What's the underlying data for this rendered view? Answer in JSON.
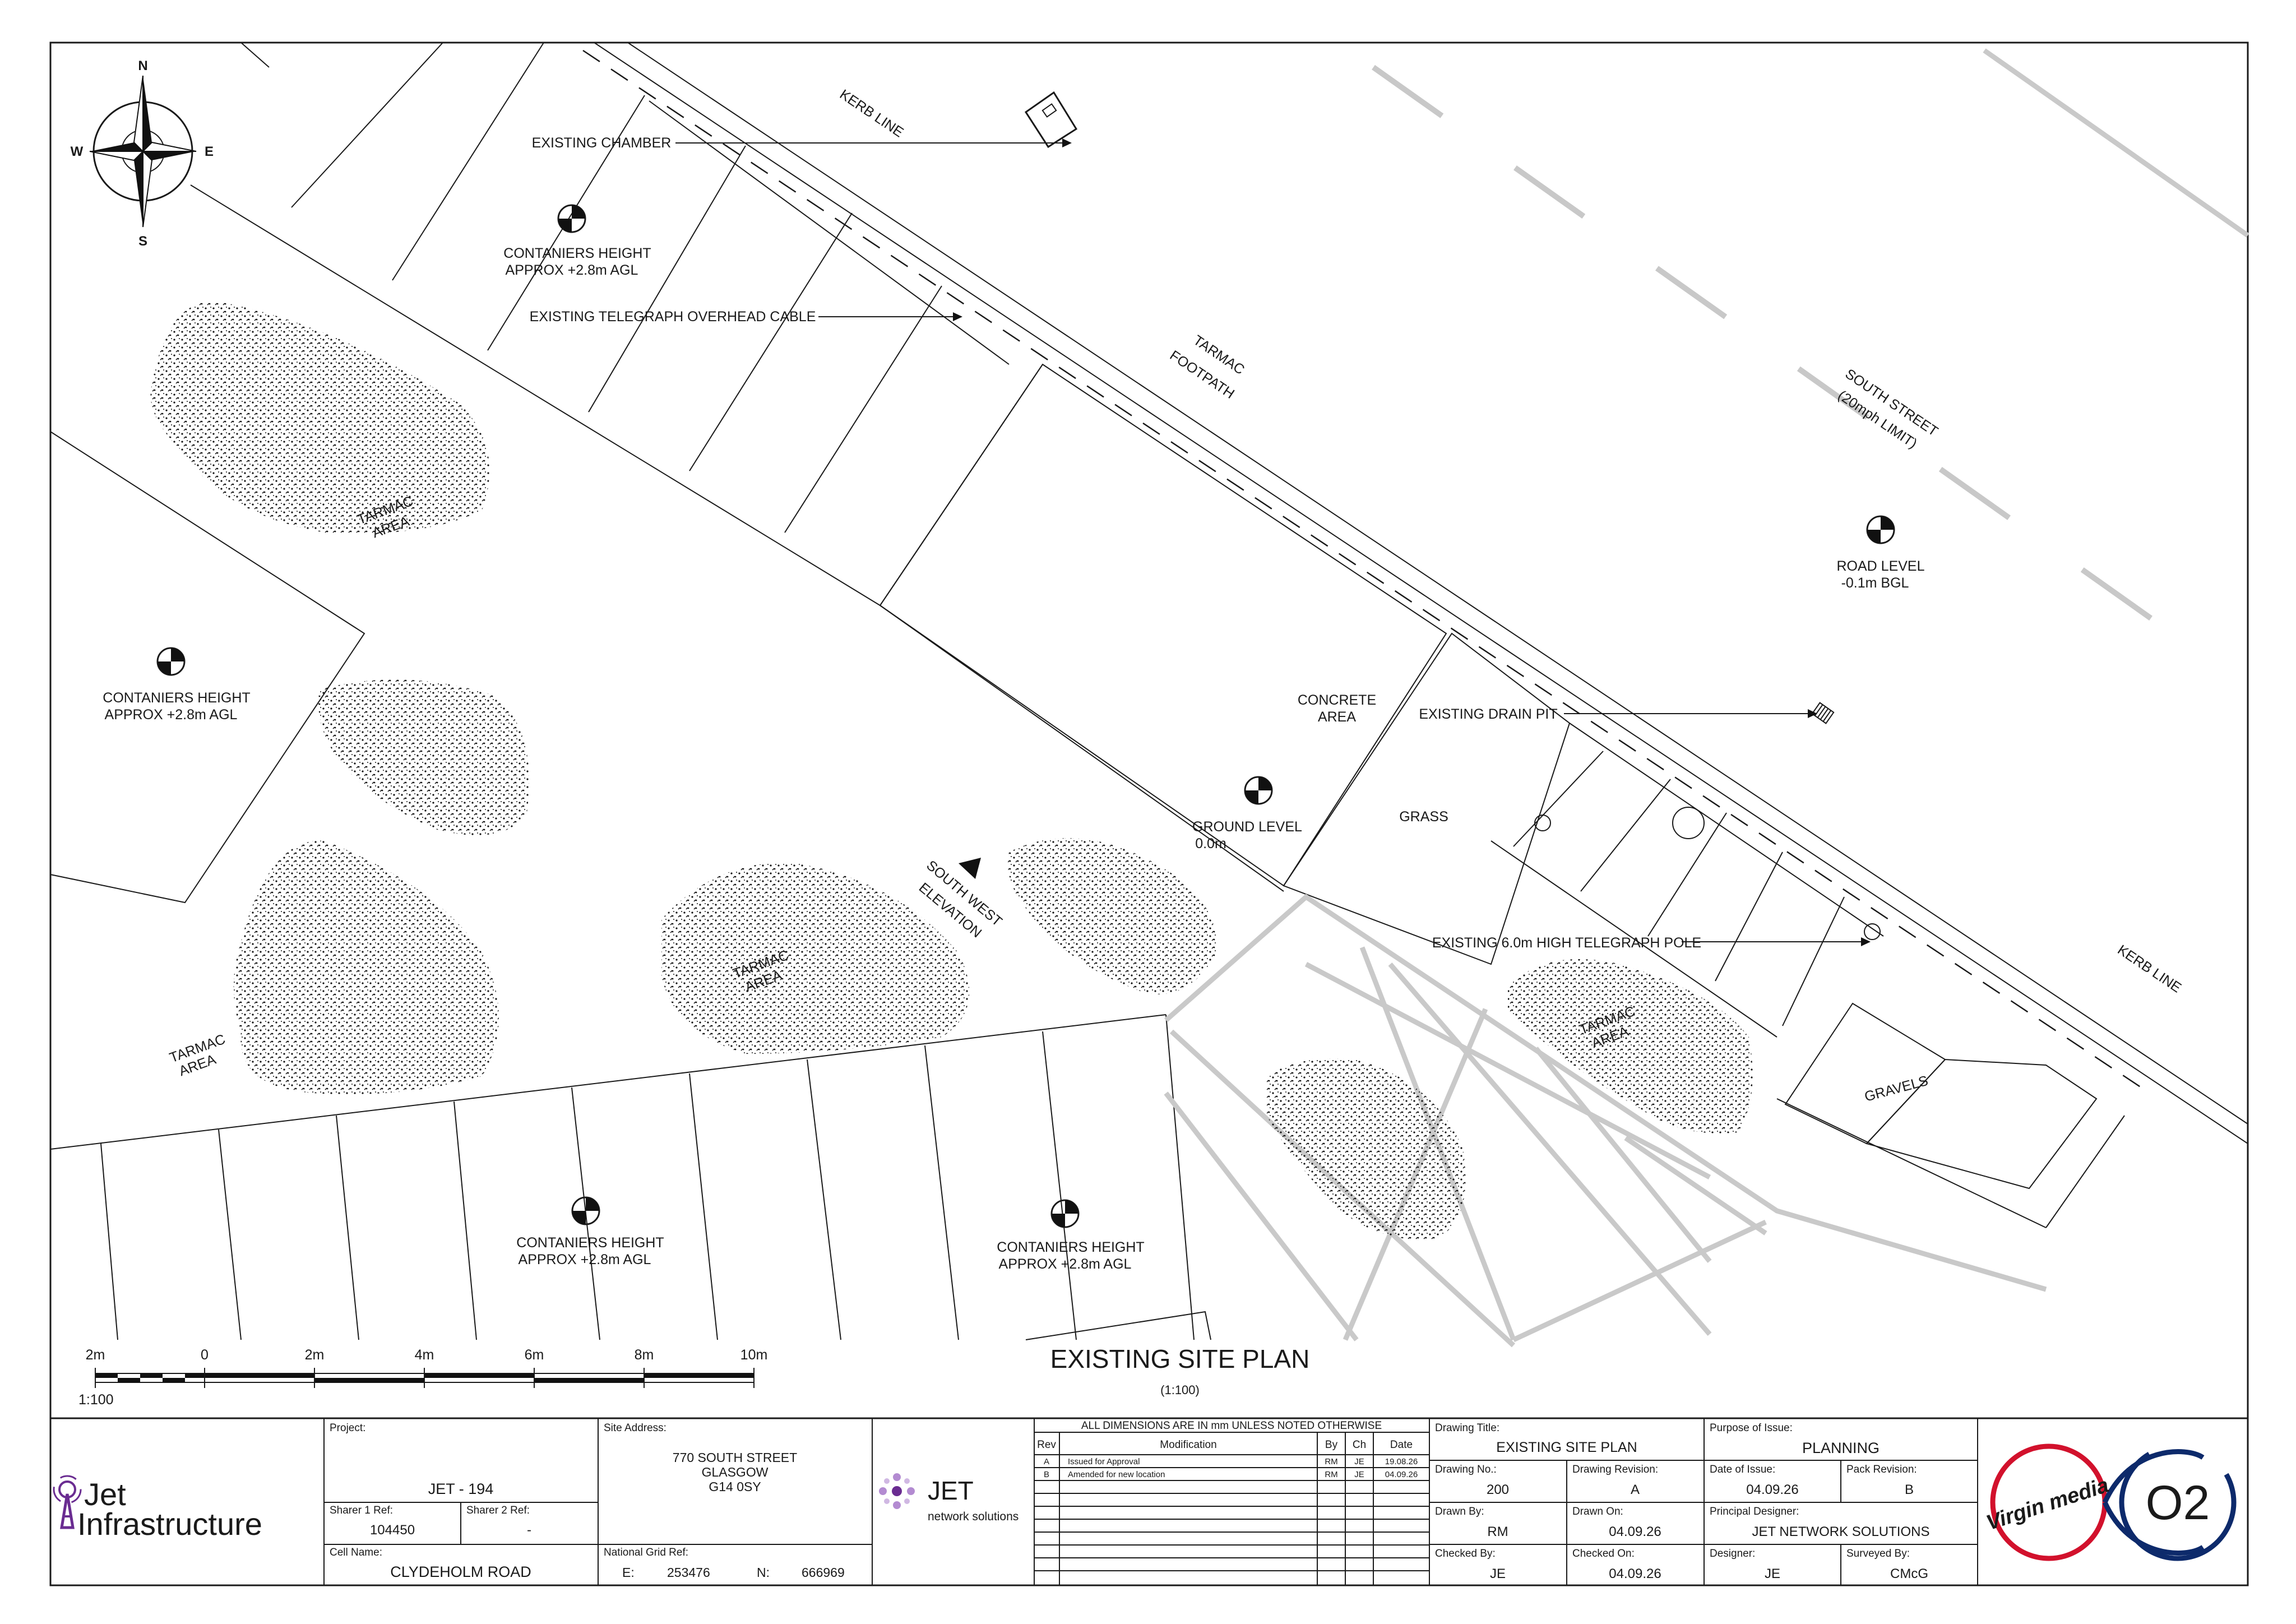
{
  "compass": {
    "n": "N",
    "e": "E",
    "s": "S",
    "w": "W"
  },
  "labels": {
    "kerb_line_top": "KERB LINE",
    "kerb_line_right": "KERB LINE",
    "existing_chamber": "EXISTING CHAMBER",
    "containers_1_line1": "CONTANIERS HEIGHT",
    "containers_1_line2": "APPROX +2.8m AGL",
    "telegraph_cable": "EXISTING TELEGRAPH OVERHEAD CABLE",
    "tarmac_footpath_line1": "TARMAC",
    "tarmac_footpath_line2": "FOOTPATH",
    "south_street_line1": "SOUTH STREET",
    "south_street_line2": "(20mph LIMIT)",
    "road_level_line1": "ROAD LEVEL",
    "road_level_line2": "-0.1m BGL",
    "tarmac_area_1_line1": "TARMAC",
    "tarmac_area_1_line2": "AREA",
    "containers_2_line1": "CONTANIERS HEIGHT",
    "containers_2_line2": "APPROX +2.8m AGL",
    "concrete_area_line1": "CONCRETE",
    "concrete_area_line2": "AREA",
    "existing_drain_pit": "EXISTING DRAIN PIT",
    "grass": "GRASS",
    "ground_level_line1": "GROUND LEVEL",
    "ground_level_line2": "0.0m",
    "south_west_line1": "SOUTH WEST",
    "south_west_line2": "ELEVATION",
    "telegraph_pole": "EXISTING 6.0m HIGH TELEGRAPH POLE",
    "tarmac_area_2_line1": "TARMAC",
    "tarmac_area_2_line2": "AREA",
    "tarmac_area_3_line1": "TARMAC",
    "tarmac_area_3_line2": "AREA",
    "tarmac_area_4_line1": "TARMAC",
    "tarmac_area_4_line2": "AREA",
    "gravels": "GRAVELS",
    "containers_3_line1": "CONTANIERS HEIGHT",
    "containers_3_line2": "APPROX +2.8m AGL",
    "containers_4_line1": "CONTANIERS HEIGHT",
    "containers_4_line2": "APPROX +2.8m AGL"
  },
  "scale_bar": {
    "ticks": [
      "2m",
      "0",
      "2m",
      "4m",
      "6m",
      "8m",
      "10m"
    ],
    "ratio": "1:100"
  },
  "plan_title": "EXISTING SITE PLAN",
  "plan_scale": "(1:100)",
  "title_block": {
    "company_line1": "Jet",
    "company_line2": "Infrastructure",
    "project_label": "Project:",
    "project_value": "JET - 194",
    "sharer1_label": "Sharer 1 Ref:",
    "sharer1_value": "104450",
    "sharer2_label": "Sharer 2 Ref:",
    "sharer2_value": "-",
    "cell_name_label": "Cell Name:",
    "cell_name_value": "CLYDEHOLM ROAD",
    "site_address_label": "Site Address:",
    "site_address_line1": "770 SOUTH STREET",
    "site_address_line2": "GLASGOW",
    "site_address_line3": "G14 0SY",
    "ngr_label": "National Grid Ref:",
    "ngr_e_label": "E:",
    "ngr_e_value": "253476",
    "ngr_n_label": "N:",
    "ngr_n_value": "666969",
    "jet_ns_brand": "JET",
    "jet_ns_sub": "network solutions",
    "dims_note": "ALL DIMENSIONS ARE IN mm UNLESS NOTED OTHERWISE",
    "rev_headers": [
      "Rev",
      "Modification",
      "By",
      "Ch",
      "Date"
    ],
    "revisions": [
      {
        "rev": "A",
        "mod": "Issued for Approval",
        "by": "RM",
        "ch": "JE",
        "date": "19.08.26"
      },
      {
        "rev": "B",
        "mod": "Amended for new location",
        "by": "RM",
        "ch": "JE",
        "date": "04.09.26"
      }
    ],
    "drawing_title_label": "Drawing Title:",
    "drawing_title_value": "EXISTING SITE PLAN",
    "drawing_no_label": "Drawing No.:",
    "drawing_no_value": "200",
    "drawing_rev_label": "Drawing Revision:",
    "drawing_rev_value": "A",
    "drawn_by_label": "Drawn By:",
    "drawn_by_value": "RM",
    "drawn_on_label": "Drawn On:",
    "drawn_on_value": "04.09.26",
    "checked_by_label": "Checked By:",
    "checked_by_value": "JE",
    "checked_on_label": "Checked On:",
    "checked_on_value": "04.09.26",
    "purpose_label": "Purpose of Issue:",
    "purpose_value": "PLANNING",
    "date_issue_label": "Date of Issue:",
    "date_issue_value": "04.09.26",
    "pack_rev_label": "Pack Revision:",
    "pack_rev_value": "B",
    "principal_designer_label": "Principal Designer:",
    "principal_designer_value": "JET NETWORK SOLUTIONS",
    "designer_label": "Designer:",
    "designer_value": "JE",
    "surveyed_by_label": "Surveyed By:",
    "surveyed_by_value": "CMcG",
    "virgin_logo_text": "Virgin media",
    "o2_logo_text": "O2"
  },
  "colors": {
    "line": "#1a1a1a",
    "grey_lines": "#c9c9c9",
    "virgin_red": "#d2112c",
    "o2_navy": "#0d2a6b",
    "jet_purple": "#6a2c91"
  }
}
